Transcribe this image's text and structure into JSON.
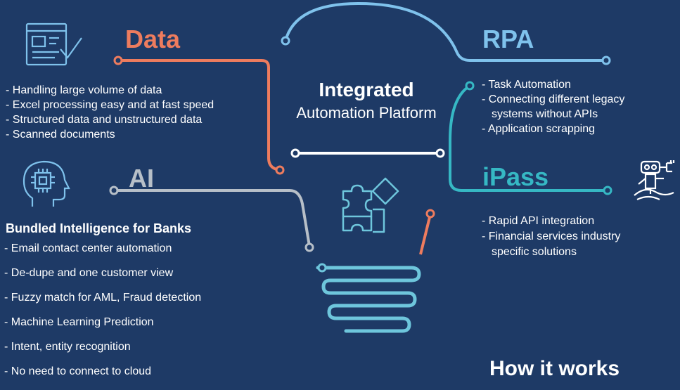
{
  "center": {
    "line1": "Integrated",
    "line2": "Automation Platform"
  },
  "data_section": {
    "heading": "Data",
    "items": [
      "- Handling large volume of data",
      "- Excel processing easy and at fast speed",
      "- Structured data and unstructured data",
      "- Scanned documents"
    ],
    "icon": "document-check-icon"
  },
  "rpa_section": {
    "heading": "RPA",
    "items": [
      "- Task Automation",
      "- Connecting different legacy",
      "systems without APIs",
      "- Application scrapping"
    ]
  },
  "ai_section": {
    "heading": "AI",
    "title": "Bundled Intelligence for Banks",
    "items": [
      "- Email contact center automation",
      "- De-dupe and one customer view",
      "- Fuzzy match for AML, Fraud detection",
      "- Machine Learning Prediction",
      "- Intent, entity recognition",
      "- No need to connect to cloud"
    ],
    "icon": "ai-head-icon"
  },
  "ipass_section": {
    "heading": "iPass",
    "items": [
      "- Rapid API integration",
      "- Financial services industry",
      "specific solutions"
    ],
    "icon": "robot-icon"
  },
  "footer": {
    "title": "How it works"
  },
  "center_icon": "puzzle-icon",
  "colors": {
    "background": "#1e3a66",
    "data": "#ee7c5e",
    "rpa": "#7fc2ec",
    "ai": "#b7bfc8",
    "ipass": "#36b8c4",
    "bulb": "#6ec6dc",
    "text": "#ffffff"
  }
}
